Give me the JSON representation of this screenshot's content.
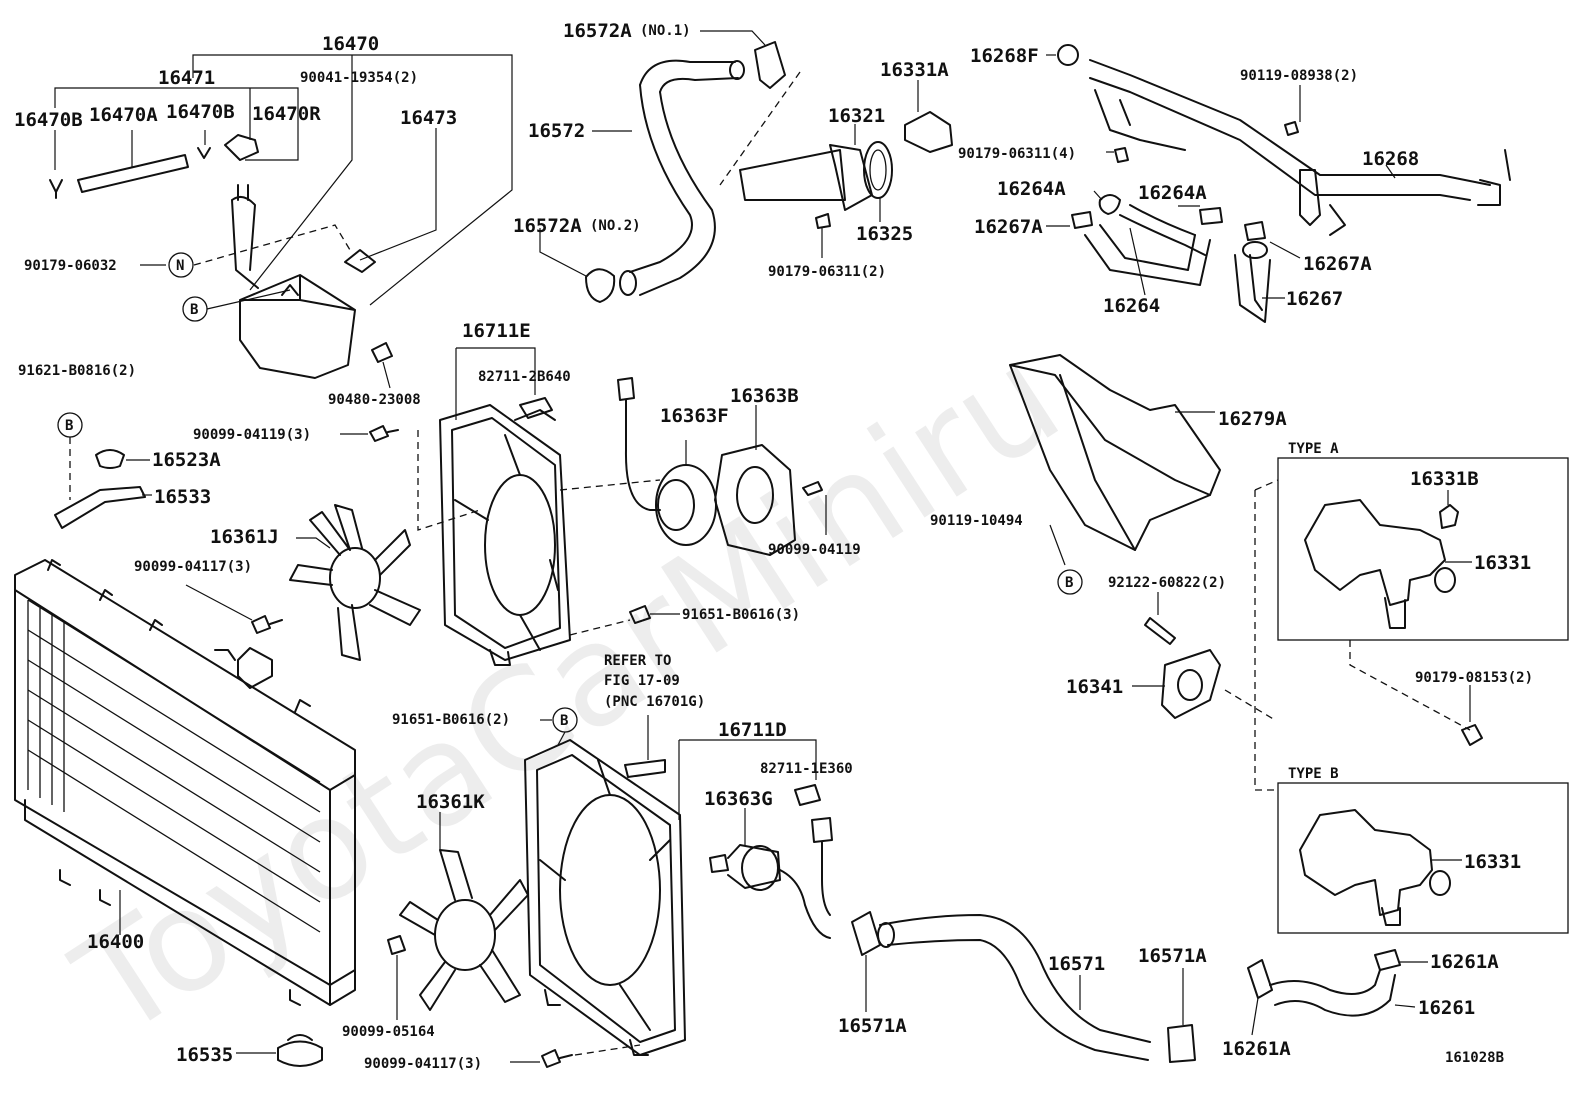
{
  "labels": {
    "p16470": "16470",
    "p16471": "16471",
    "p90041": "90041-19354(2)",
    "p16470B_a": "16470B",
    "p16470A": "16470A",
    "p16470B_b": "16470B",
    "p16470R": "16470R",
    "p16473": "16473",
    "p90179_06032": "90179-06032",
    "circleN": "N",
    "circleB1": "B",
    "p90480": "90480-23008",
    "p91621": "91621-B0816(2)",
    "circleB2": "B",
    "p16523A": "16523A",
    "p16533": "16533",
    "p16572A1": "16572A",
    "p16572A1_note": "(NO.1)",
    "p16572": "16572",
    "p16572A2": "16572A",
    "p16572A2_note": "(NO.2)",
    "p16331A": "16331A",
    "p16321": "16321",
    "p90179_06311_4": "90179-06311(4)",
    "p16325": "16325",
    "p90179_06311_2": "90179-06311(2)",
    "p16268F": "16268F",
    "p90119_08938": "90119-08938(2)",
    "p16268": "16268",
    "p16264A_a": "16264A",
    "p16264A_b": "16264A",
    "p16267A_a": "16267A",
    "p16267A_b": "16267A",
    "p16264": "16264",
    "p16267": "16267",
    "p16711E": "16711E",
    "p82711_2B640": "82711-2B640",
    "p16363F": "16363F",
    "p16363B": "16363B",
    "p90099_04119_3": "90099-04119(3)",
    "p90099_04119": "90099-04119",
    "p16361J": "16361J",
    "p90099_04117_3a": "90099-04117(3)",
    "p91651_B0616_3": "91651-B0616(3)",
    "p16279A": "16279A",
    "typeA": "TYPE A",
    "p16331B": "16331B",
    "p16331_a": "16331",
    "p90119_10494": "90119-10494",
    "circleB3": "B",
    "p92122": "92122-60822(2)",
    "p16341": "16341",
    "p90179_08153": "90179-08153(2)",
    "typeB": "TYPE B",
    "p16331_b": "16331",
    "refer1": "REFER TO",
    "refer2": "FIG 17-09",
    "refer3": "(PNC 16701G)",
    "p91651_B0616_2": "91651-B0616(2)",
    "circleB4": "B",
    "p16711D": "16711D",
    "p82711_1E360": "82711-1E360",
    "p16363G": "16363G",
    "p16361K": "16361K",
    "p16400": "16400",
    "p16535": "16535",
    "p90099_05164": "90099-05164",
    "p90099_04117_3b": "90099-04117(3)",
    "p16571": "16571",
    "p16571A_a": "16571A",
    "p16571A_b": "16571A",
    "p16261A_a": "16261A",
    "p16261": "16261",
    "p16261A_b": "16261A",
    "figure_id": "161028B",
    "watermark": "ToyotaCarMiniru"
  }
}
